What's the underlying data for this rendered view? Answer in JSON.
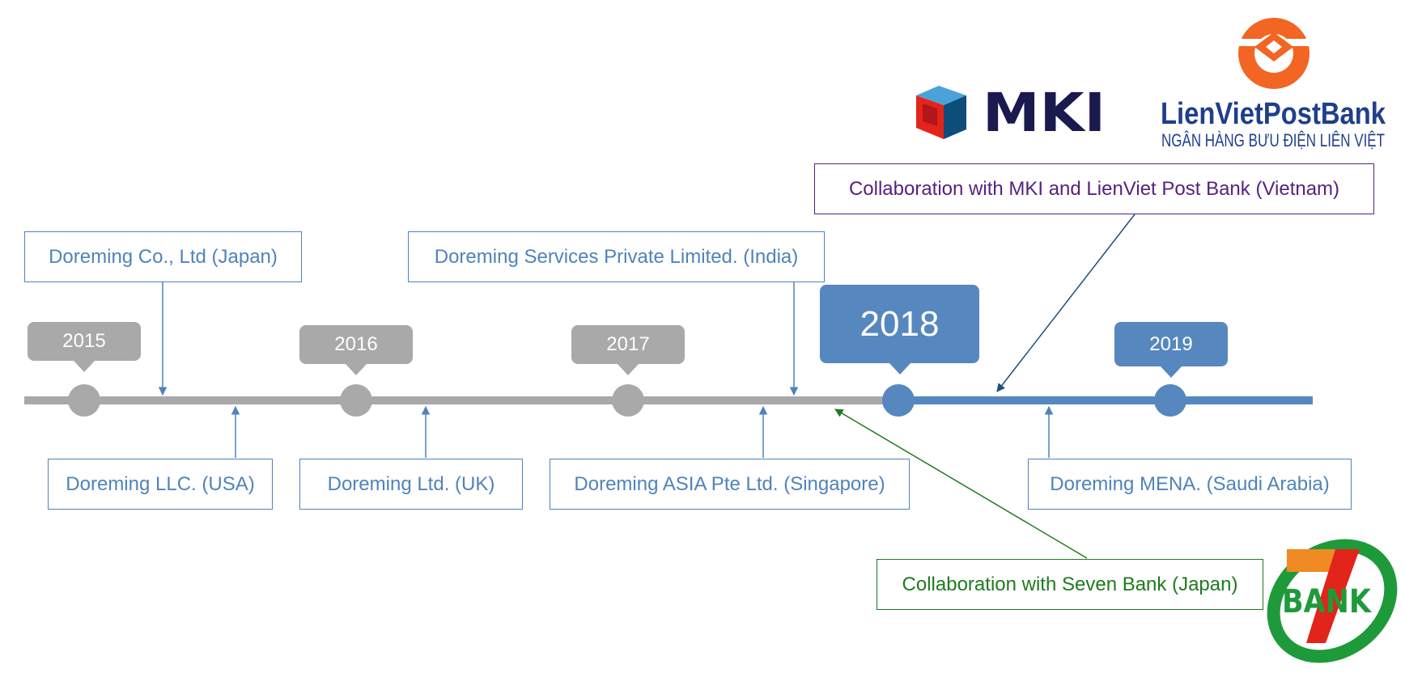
{
  "timeline": {
    "years": [
      {
        "label": "2015",
        "state": "past"
      },
      {
        "label": "2016",
        "state": "past"
      },
      {
        "label": "2017",
        "state": "past"
      },
      {
        "label": "2018",
        "state": "current"
      },
      {
        "label": "2019",
        "state": "future"
      }
    ],
    "colors": {
      "past": "#a9a9a9",
      "current": "#5688bf",
      "label_blue": "#4f83bb",
      "purple": "#55227f",
      "green": "#1e7a1e"
    }
  },
  "events": {
    "japan": "Doreming Co., Ltd (Japan)",
    "india": "Doreming Services Private Limited. (India)",
    "usa": "Doreming LLC. (USA)",
    "uk": "Doreming Ltd. (UK)",
    "singapore": "Doreming ASIA Pte Ltd. (Singapore)",
    "saudi": "Doreming MENA. (Saudi Arabia)",
    "mki_lienviet": "Collaboration with MKI and LienViet Post Bank (Vietnam)",
    "seven_bank": "Collaboration with Seven Bank (Japan)"
  },
  "logos": {
    "mki": "MKI",
    "lienviet_name": "LienVietPostBank",
    "lienviet_sub": "NGÂN HÀNG BƯU ĐIỆN LIÊN VIỆT",
    "seven_bank_text": "BANK"
  }
}
